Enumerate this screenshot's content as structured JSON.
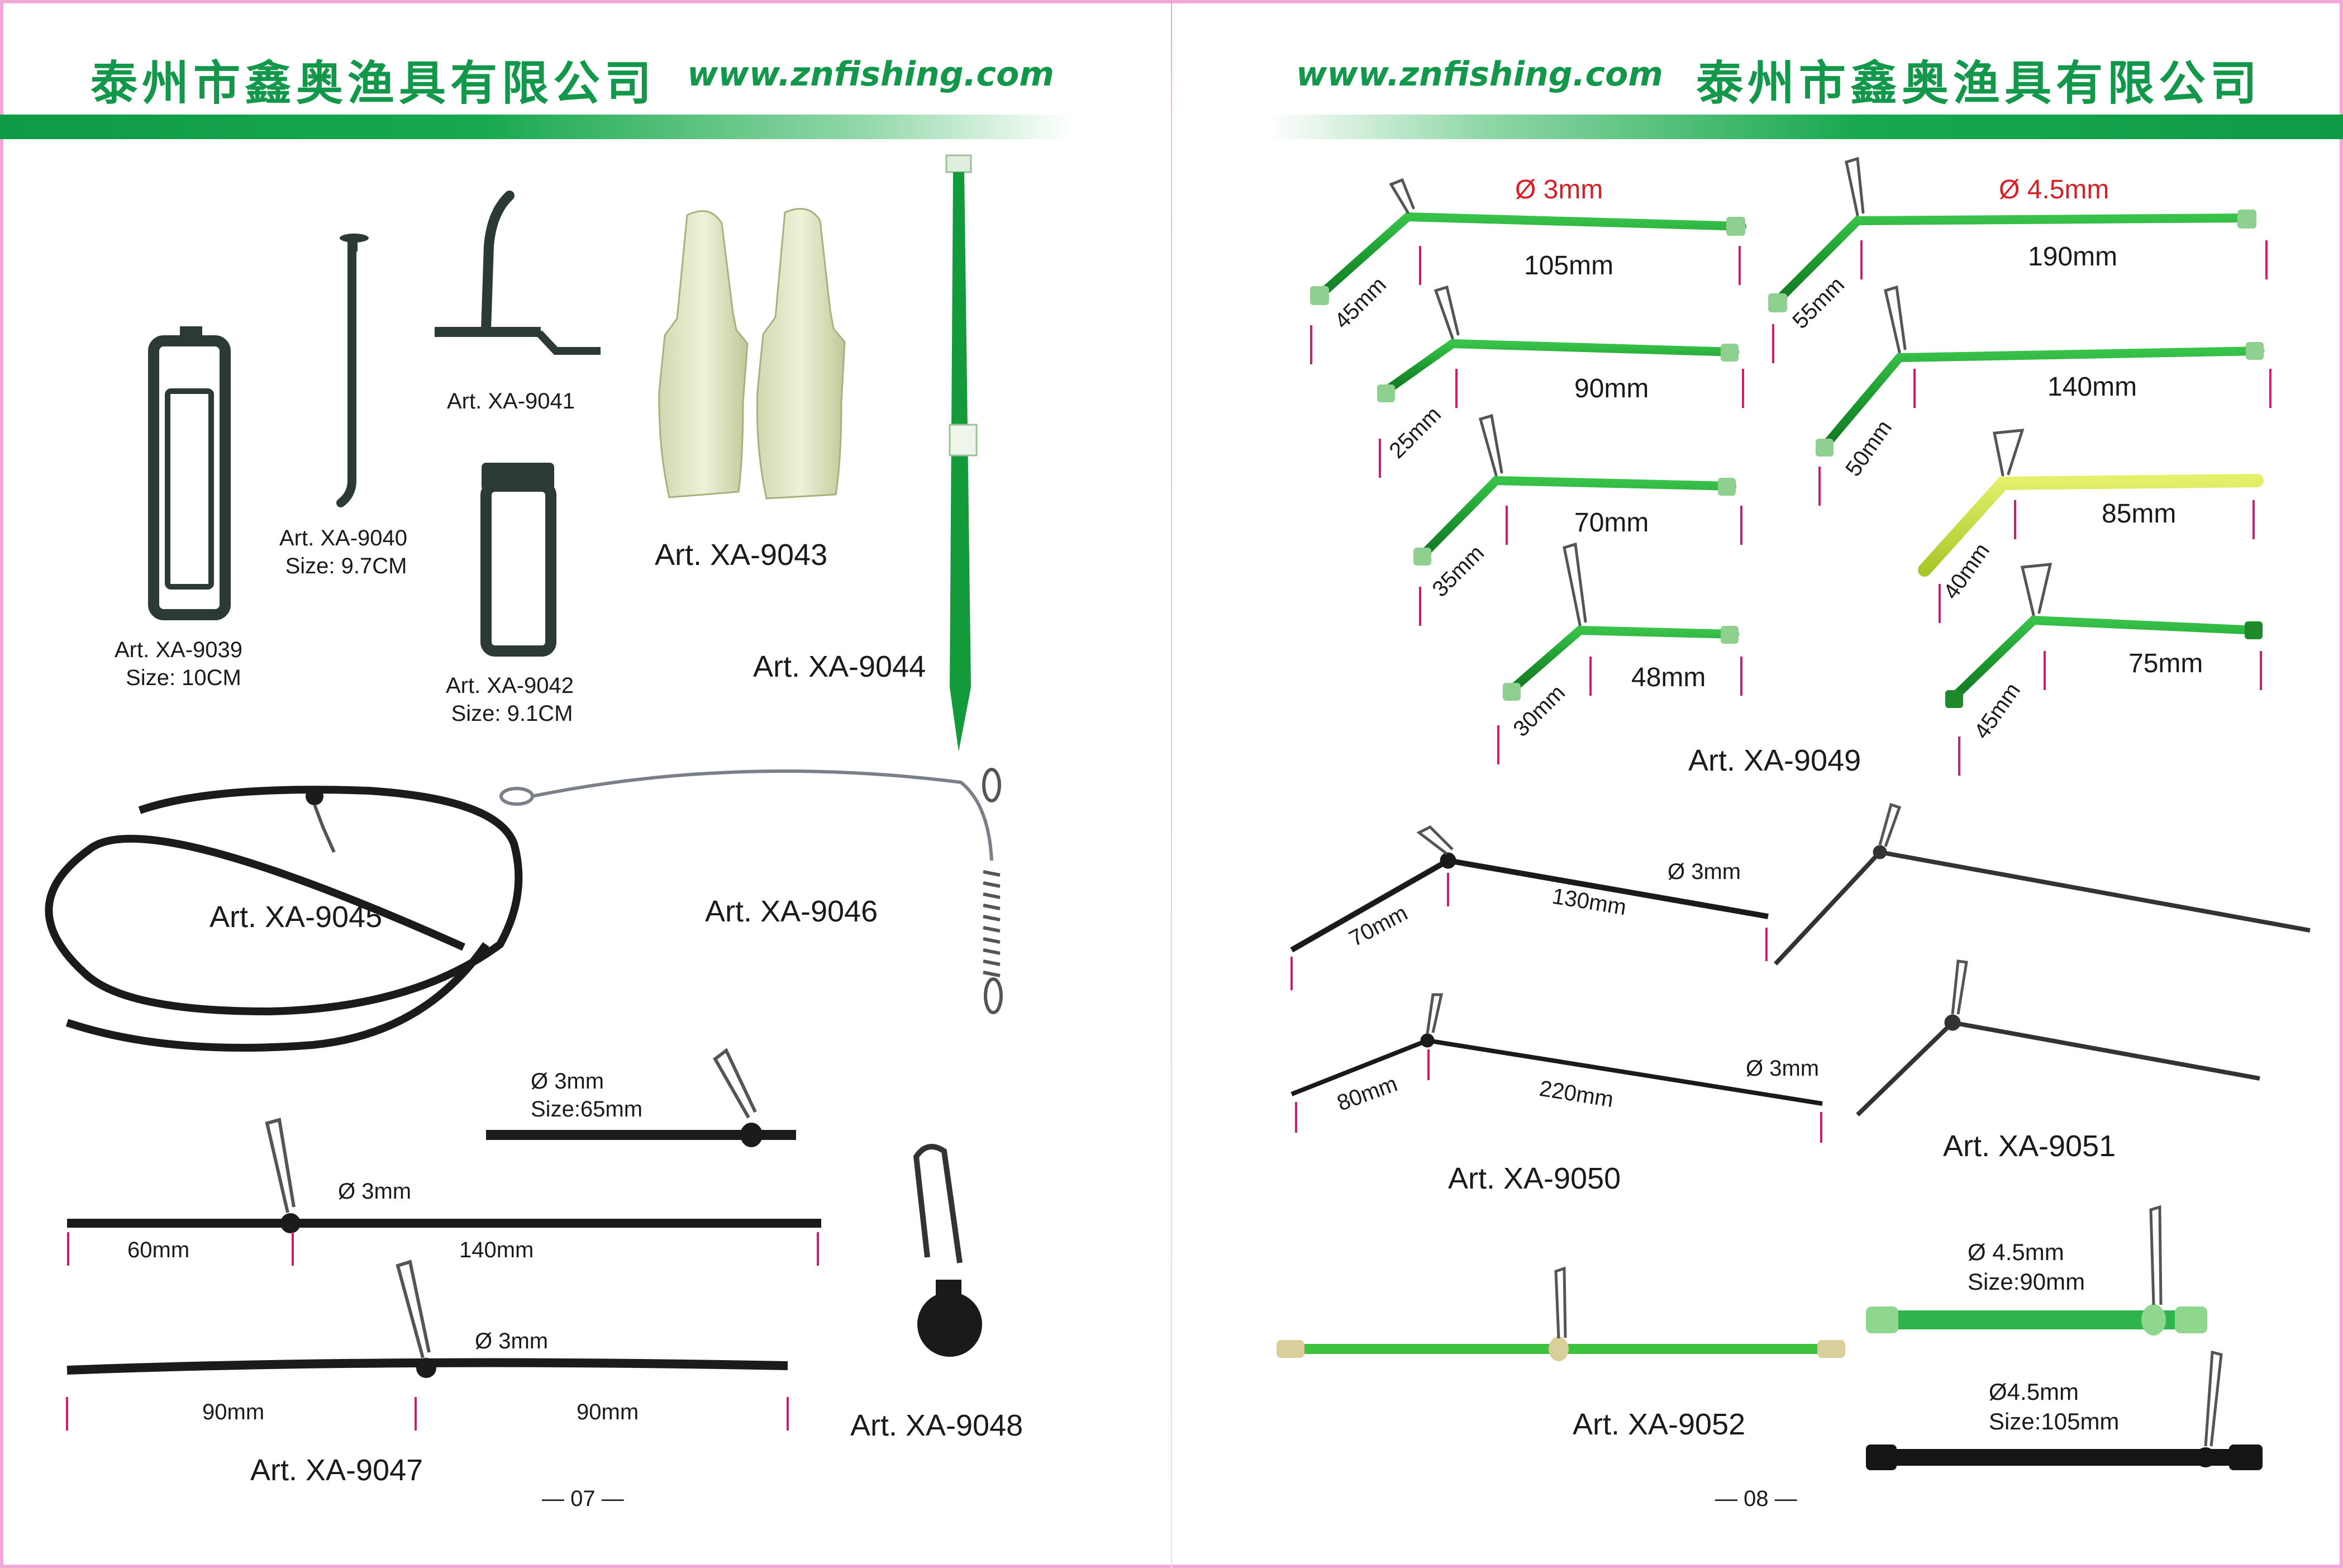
{
  "header": {
    "company_name": "泰州市鑫奥渔具有限公司",
    "website": "www.znfishing.com"
  },
  "left_page": {
    "page_number": "— 07 —",
    "products": {
      "xa9039": {
        "art": "Art. XA-9039",
        "size": "Size: 10CM"
      },
      "xa9040": {
        "art": "Art. XA-9040",
        "size": "Size: 9.7CM"
      },
      "xa9041": {
        "art": "Art. XA-9041"
      },
      "xa9042": {
        "art": "Art. XA-9042",
        "size": "Size: 9.1CM"
      },
      "xa9043": {
        "art": "Art. XA-9043"
      },
      "xa9044": {
        "art": "Art. XA-9044"
      },
      "xa9045": {
        "art": "Art. XA-9045"
      },
      "xa9046": {
        "art": "Art. XA-9046"
      },
      "xa9047": {
        "art": "Art. XA-9047",
        "small_diameter": "Ø 3mm",
        "small_size": "Size:65mm",
        "row1": {
          "diameter": "Ø 3mm",
          "left": "60mm",
          "right": "140mm"
        },
        "row2": {
          "diameter": "Ø 3mm",
          "left": "90mm",
          "right": "90mm"
        }
      },
      "xa9048": {
        "art": "Art. XA-9048"
      }
    }
  },
  "right_page": {
    "page_number": "— 08 —",
    "products": {
      "xa9049": {
        "art": "Art. XA-9049",
        "left_column": [
          {
            "diameter": "Ø 3mm",
            "arm": "45mm",
            "length": "105mm"
          },
          {
            "arm": "25mm",
            "length": "90mm"
          },
          {
            "arm": "35mm",
            "length": "70mm"
          },
          {
            "arm": "30mm",
            "length": "48mm"
          }
        ],
        "right_column": [
          {
            "diameter": "Ø 4.5mm",
            "arm": "55mm",
            "length": "190mm"
          },
          {
            "arm": "50mm",
            "length": "140mm"
          },
          {
            "arm": "40mm",
            "length": "85mm"
          },
          {
            "arm": "45mm",
            "length": "75mm"
          }
        ]
      },
      "xa9050": {
        "art": "Art. XA-9050",
        "item1": {
          "arm": "70mm",
          "length": "130mm",
          "diameter": "Ø 3mm"
        },
        "item2": {
          "arm": "80mm",
          "length": "220mm",
          "diameter": "Ø 3mm"
        }
      },
      "xa9051": {
        "art": "Art. XA-9051"
      },
      "xa9052": {
        "art": "Art. XA-9052",
        "green": {
          "diameter": "Ø 4.5mm",
          "size": "Size:90mm"
        },
        "black": {
          "diameter": "Ø4.5mm",
          "size": "Size:105mm"
        }
      }
    }
  },
  "colors": {
    "brand_green": "#13974b",
    "dimension_tick": "#cf1d6d",
    "diameter_red": "#d81f26"
  }
}
